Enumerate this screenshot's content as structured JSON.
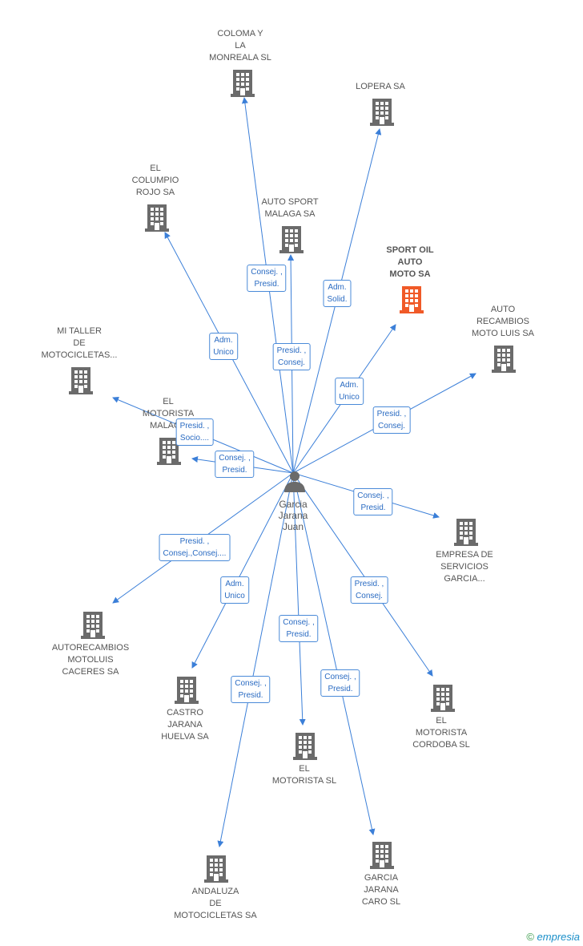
{
  "center": {
    "name": "Garcia\nJarana\nJuan"
  },
  "colors": {
    "edge": "#3b7fd8",
    "building": "#6b6b6b",
    "highlight": "#f05a28"
  },
  "nodes": [
    {
      "id": "coloma",
      "label": "COLOMA Y\nLA\nMONREALA  SL",
      "highlight": false
    },
    {
      "id": "lopera",
      "label": "LOPERA SA",
      "highlight": false
    },
    {
      "id": "columpio",
      "label": "EL\nCOLUMPIO\nROJO SA",
      "highlight": false
    },
    {
      "id": "autosport",
      "label": "AUTO SPORT\nMALAGA SA",
      "highlight": false
    },
    {
      "id": "sportoil",
      "label": "SPORT OIL\nAUTO\nMOTO SA",
      "highlight": true
    },
    {
      "id": "autorecmoto",
      "label": "AUTO\nRECAMBIOS\nMOTO LUIS SA",
      "highlight": false
    },
    {
      "id": "mitaller",
      "label": "MI TALLER\nDE\nMOTOCICLETAS...",
      "highlight": false
    },
    {
      "id": "motoristamalaga",
      "label": "EL\nMOTORISTA\nMALAGA",
      "highlight": false
    },
    {
      "id": "empresa",
      "label": "EMPRESA DE\nSERVICIOS\nGARCIA...",
      "highlight": false
    },
    {
      "id": "autorecaceres",
      "label": "AUTORECAMBIOS\nMOTOLUIS\nCACERES SA",
      "highlight": false
    },
    {
      "id": "castro",
      "label": "CASTRO\nJARANA\nHUELVA SA",
      "highlight": false
    },
    {
      "id": "cordoba",
      "label": "EL\nMOTORISTA\nCORDOBA SL",
      "highlight": false
    },
    {
      "id": "motoristasl",
      "label": "EL\nMOTORISTA SL",
      "highlight": false
    },
    {
      "id": "andaluza",
      "label": "ANDALUZA\nDE\nMOTOCICLETAS SA",
      "highlight": false
    },
    {
      "id": "garciacaro",
      "label": "GARCIA\nJARANA\nCARO SL",
      "highlight": false
    }
  ],
  "edges": [
    {
      "to": "coloma",
      "label": "Consej. ,\nPresid."
    },
    {
      "to": "lopera",
      "label": "Adm.\nSolid."
    },
    {
      "to": "columpio",
      "label": "Adm.\nUnico"
    },
    {
      "to": "autosport",
      "label": "Presid. ,\nConsej."
    },
    {
      "to": "sportoil",
      "label": "Adm.\nUnico"
    },
    {
      "to": "autorecmoto",
      "label": "Presid. ,\nConsej."
    },
    {
      "to": "mitaller",
      "label": "Presid. ,\nSocio...."
    },
    {
      "to": "motoristamalaga",
      "label": "Consej. ,\nPresid."
    },
    {
      "to": "empresa",
      "label": "Consej. ,\nPresid."
    },
    {
      "to": "autorecaceres",
      "label": "Presid. ,\nConsej.,Consej...."
    },
    {
      "to": "castro",
      "label": "Adm.\nUnico"
    },
    {
      "to": "cordoba",
      "label": "Presid. ,\nConsej."
    },
    {
      "to": "motoristasl",
      "label": "Consej. ,\nPresid."
    },
    {
      "to": "andaluza",
      "label": "Consej. ,\nPresid."
    },
    {
      "to": "garciacaro",
      "label": "Consej. ,\nPresid."
    }
  ],
  "footer": {
    "copyright_symbol": "©",
    "brand": "empresia"
  }
}
